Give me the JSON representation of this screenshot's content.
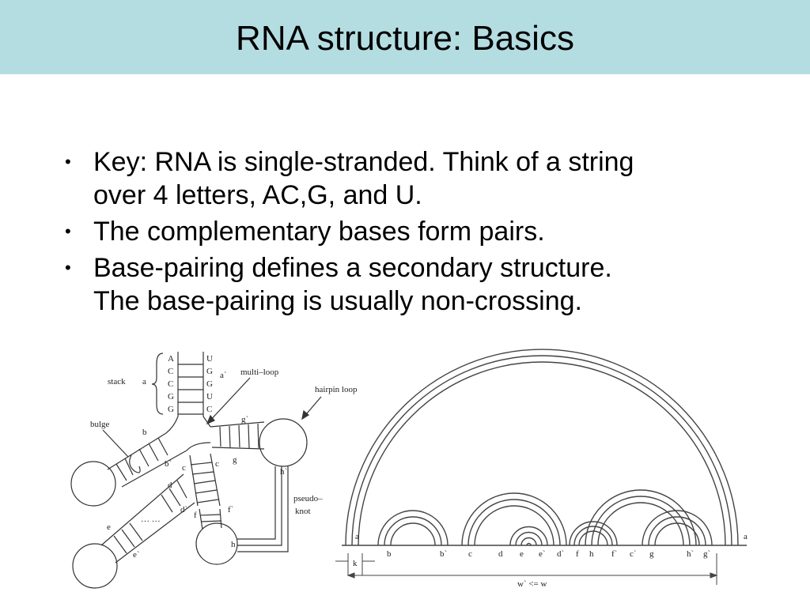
{
  "title": "RNA structure: Basics",
  "bullets": [
    {
      "lines": [
        "Key: RNA is single-stranded. Think of a string",
        "over 4 letters, AC,G, and U."
      ]
    },
    {
      "lines": [
        "The complementary bases form pairs."
      ]
    },
    {
      "lines": [
        "Base-pairing defines a secondary structure.",
        "The base-pairing is usually non-crossing."
      ]
    }
  ],
  "left_figure": {
    "stack_left_bases": [
      "A",
      "C",
      "C",
      "G",
      "G"
    ],
    "stack_right_bases": [
      "U",
      "G",
      "G",
      "U",
      "C"
    ],
    "labels": {
      "stack": "stack",
      "a": "a",
      "a_prime": "a`",
      "multi_loop": "multi–loop",
      "hairpin_loop": "hairpin loop",
      "bulge": "bulge",
      "b": "b",
      "b_prime": "b`",
      "c": "c",
      "c_prime": "c",
      "d": "d",
      "d_prime": "d`",
      "e": "e",
      "e_prime": "e`",
      "f": "f",
      "f_prime": "f`",
      "g": "g",
      "g_prime": "g`",
      "h": "h",
      "h_prime": "h`",
      "pseudoknot_line1": "pseudo–",
      "pseudoknot_line2": "knot",
      "dots": "… …"
    }
  },
  "arc_diagram": {
    "positions": [
      "a",
      "b",
      "b`",
      "c",
      "d",
      "e",
      "e`",
      "d`",
      "f",
      "h",
      "f`",
      "c`",
      "g",
      "h`",
      "g`",
      "a"
    ],
    "k_label": "k",
    "span_label": "w` <= w"
  }
}
